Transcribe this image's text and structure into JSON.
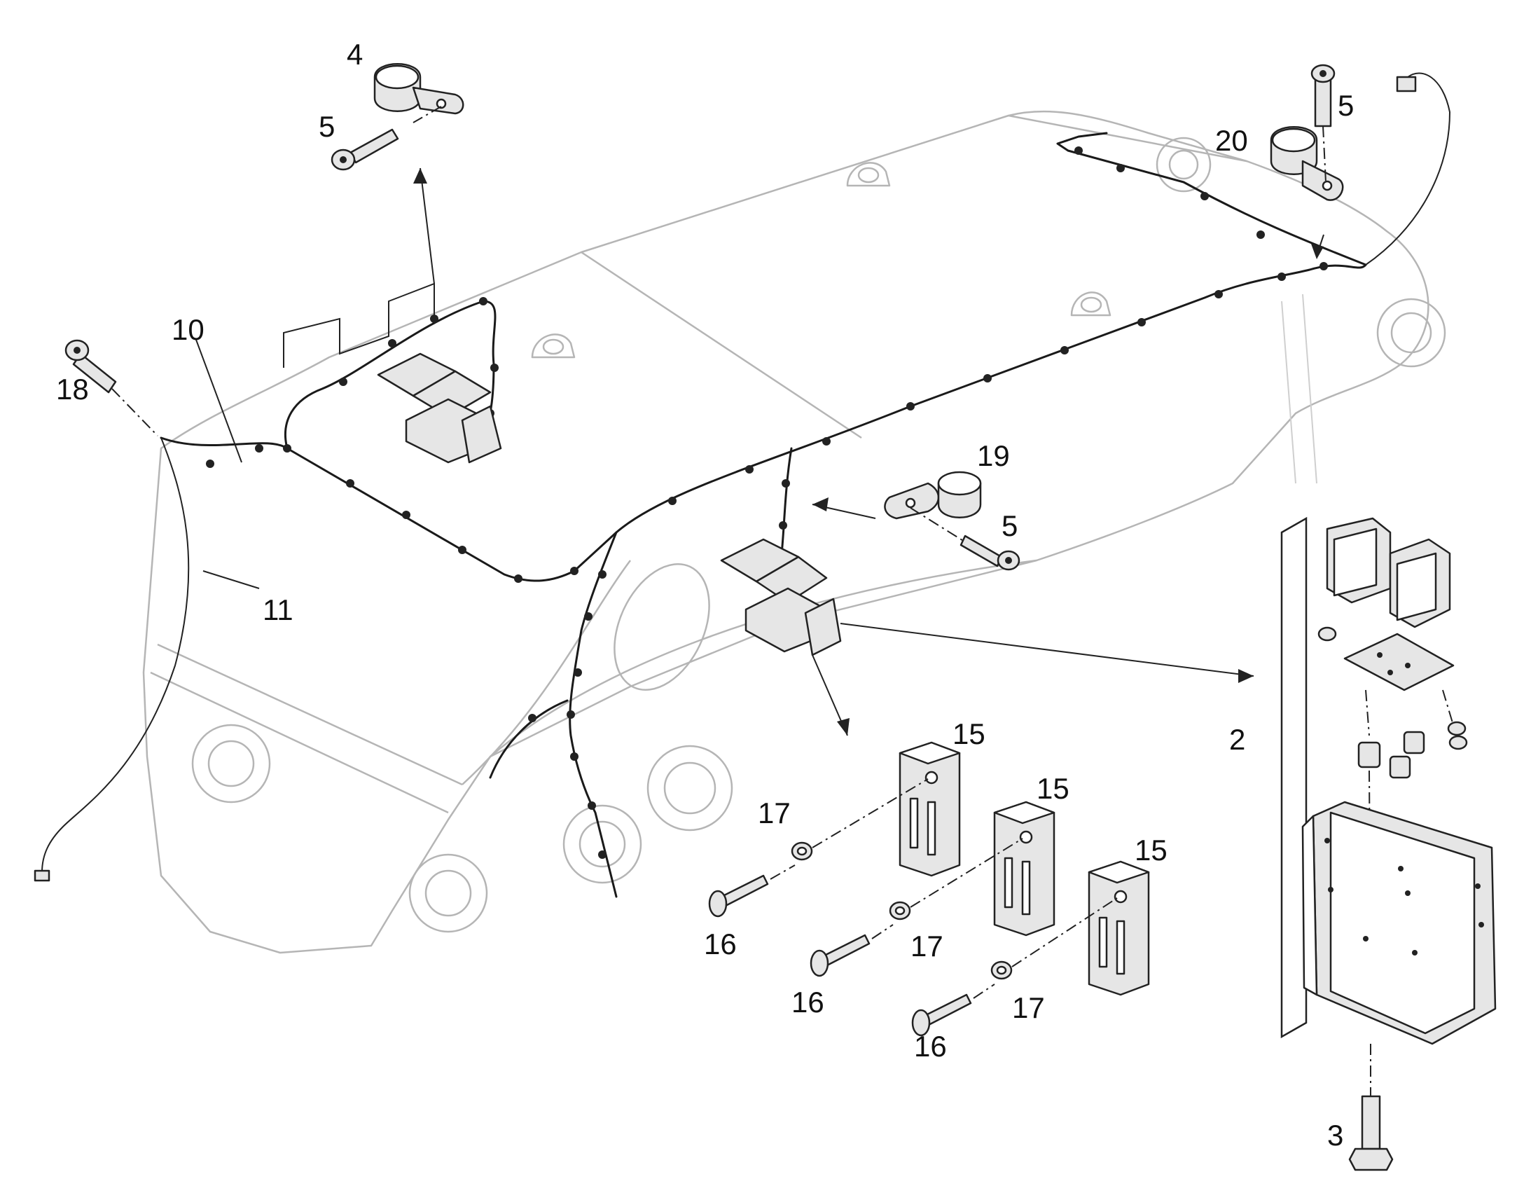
{
  "callouts": {
    "c2": "2",
    "c3": "3",
    "c4": "4",
    "c5a": "5",
    "c5b": "5",
    "c5c": "5",
    "c10": "10",
    "c11": "11",
    "c15a": "15",
    "c15b": "15",
    "c15c": "15",
    "c16a": "16",
    "c16b": "16",
    "c16c": "16",
    "c17a": "17",
    "c17b": "17",
    "c17c": "17",
    "c18": "18",
    "c19": "19",
    "c20": "20"
  },
  "colors": {
    "frame_outline": "#b5b5b5",
    "wiring": "#1a1a1a",
    "text": "#111111"
  }
}
